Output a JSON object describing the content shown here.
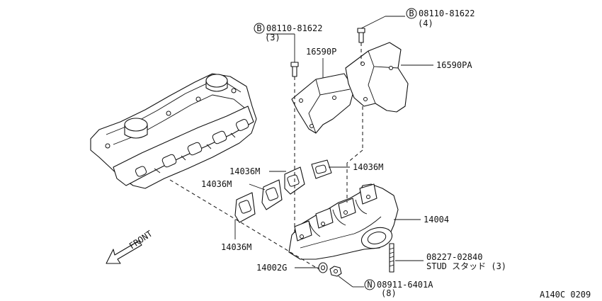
{
  "callouts": {
    "bolt_left": {
      "marker": "B",
      "part_no": "08110-81622",
      "qty": "(3)"
    },
    "bolt_right": {
      "marker": "B",
      "part_no": "08110-81622",
      "qty": "(4)"
    },
    "shield_left": "16590P",
    "shield_right": "16590PA",
    "gasket_1": "14036M",
    "gasket_2": "14036M",
    "gasket_3": "14036M",
    "gasket_4": "14036M",
    "manifold": "14004",
    "stud": {
      "part_no": "08227-02840",
      "desc": "STUD スタッド (3)"
    },
    "washer": "14002G",
    "nut": {
      "marker": "N",
      "part_no": "08911-6401A",
      "qty": "(8)"
    }
  },
  "front_label": "FRONT",
  "drawing_code": "A140C 0209",
  "icons": [
    "front-arrow-icon",
    "circle-b-marker-icon",
    "circle-n-marker-icon"
  ]
}
